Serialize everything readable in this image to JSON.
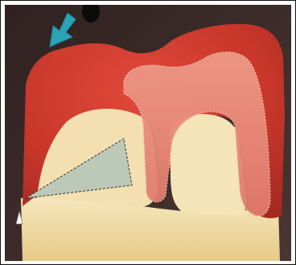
{
  "figure": {
    "kind": "photograph",
    "subject_icon": "tooth-cross-section-icon",
    "annotations": [
      {
        "name": "pointer-arrow",
        "icon": "arrow-down-left-icon",
        "color": "#2ba3b8"
      },
      {
        "name": "margin-marker",
        "icon": "triangle-up-icon",
        "color": "#ffffff"
      },
      {
        "name": "cut-region",
        "icon": "dashed-triangle-icon",
        "color": "#bcc8b8"
      }
    ],
    "colors": {
      "background": "#3a2a28",
      "enamel_red": "#cf3a2a",
      "dentin_pink": "#e88a7a",
      "pulp_cream": "#f3dfb0",
      "root_yellow": "#eed89a"
    }
  }
}
